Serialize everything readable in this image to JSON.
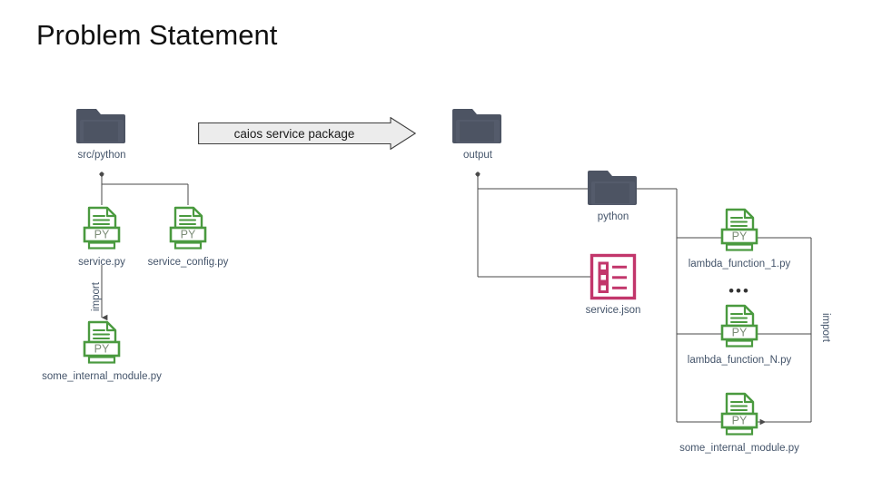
{
  "slide": {
    "title": "Problem Statement",
    "background": "#ffffff"
  },
  "colors": {
    "title_text": "#111111",
    "caption_text": "#44546a",
    "folder_fill": "#4d5463",
    "folder_fill_dark": "#3f4552",
    "py_green": "#4a9a3f",
    "py_green_dark": "#3f7f35",
    "py_text": "#6f7f6a",
    "json_pink": "#c2366b",
    "line_gray": "#4a4a4a",
    "banner_fill": "#ececec",
    "banner_stroke": "#3f3f3f"
  },
  "banner": {
    "label": "caios service package",
    "icon": "right-arrow-banner"
  },
  "left_tree": {
    "root": {
      "label": "src/python",
      "icon": "folder-icon"
    },
    "children": [
      {
        "label": "service.py",
        "icon": "python-file-icon",
        "badge": "PY"
      },
      {
        "label": "service_config.py",
        "icon": "python-file-icon",
        "badge": "PY"
      }
    ],
    "import_edge": {
      "label": "import",
      "from": "service.py",
      "to": "some_internal_module.py"
    },
    "module": {
      "label": "some_internal_module.py",
      "icon": "python-file-icon",
      "badge": "PY"
    }
  },
  "right_tree": {
    "root": {
      "label": "output",
      "icon": "folder-icon"
    },
    "children": [
      {
        "label": "python",
        "icon": "folder-icon"
      },
      {
        "label": "service.json",
        "icon": "json-list-icon"
      }
    ],
    "python_children": [
      {
        "label": "lambda_function_1.py",
        "icon": "python-file-icon",
        "badge": "PY"
      },
      {
        "label": "lambda_function_N.py",
        "icon": "python-file-icon",
        "badge": "PY"
      },
      {
        "label": "some_internal_module.py",
        "icon": "python-file-icon",
        "badge": "PY"
      }
    ],
    "ellipsis": "•••",
    "import_edge": {
      "label": "import",
      "to": "some_internal_module.py"
    }
  },
  "badges": {
    "py": "PY"
  }
}
